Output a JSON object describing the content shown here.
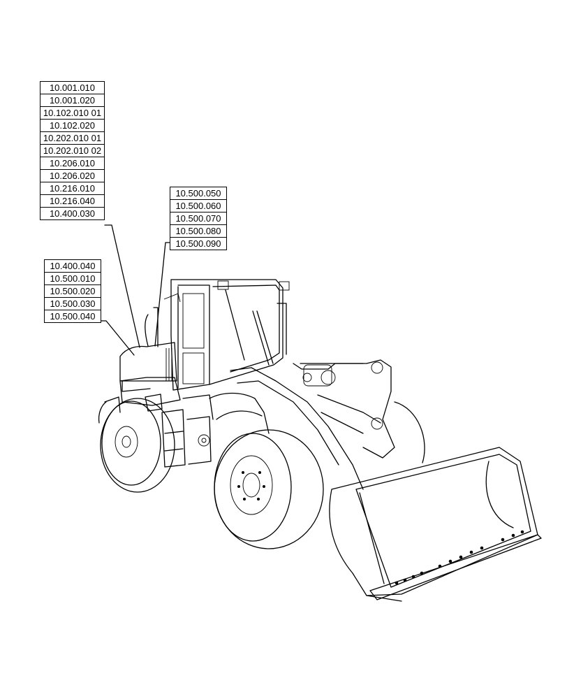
{
  "callouts": {
    "group_a": [
      "10.001.010",
      "10.001.020",
      "10.102.010 01",
      "10.102.020",
      "10.202.010 01",
      "10.202.010 02",
      "10.206.010",
      "10.206.020",
      "10.216.010",
      "10.216.040",
      "10.400.030"
    ],
    "group_b": [
      "10.500.050",
      "10.500.060",
      "10.500.070",
      "10.500.080",
      "10.500.090"
    ],
    "group_c": [
      "10.400.040",
      "10.500.010",
      "10.500.020",
      "10.500.030",
      "10.500.040"
    ]
  },
  "illustration": {
    "subject": "wheel-loader-icon",
    "line_color": "#000000",
    "background": "#ffffff"
  }
}
